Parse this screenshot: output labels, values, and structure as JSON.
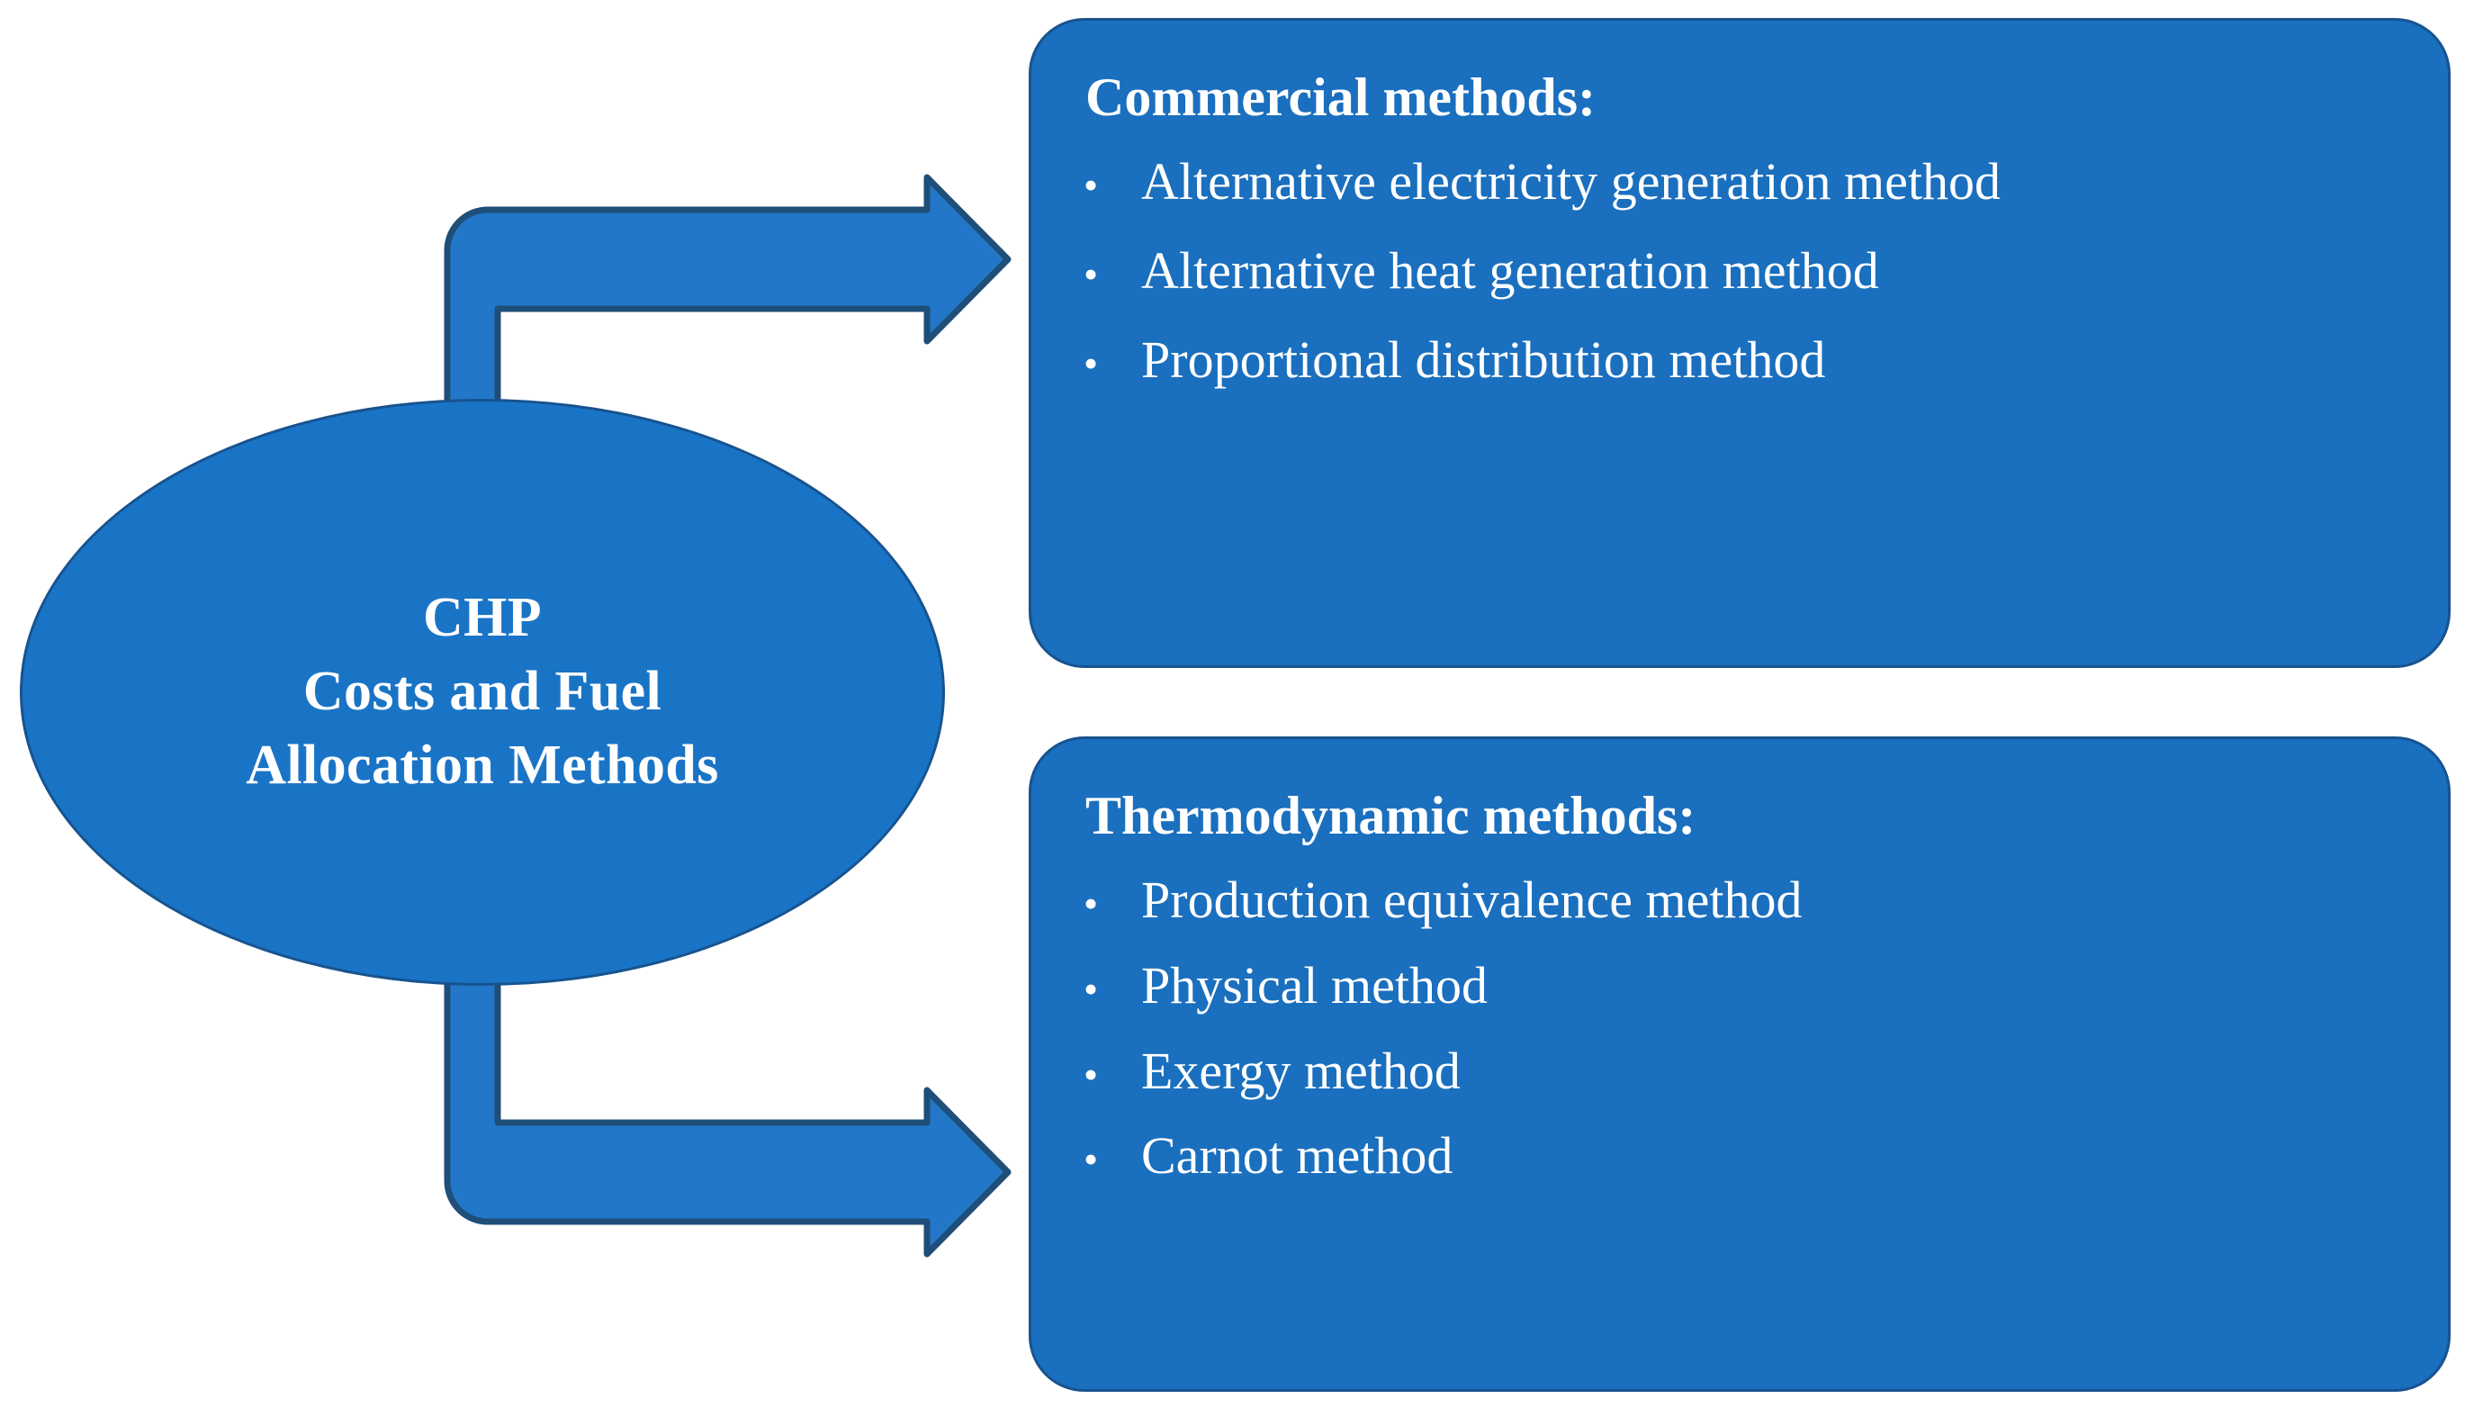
{
  "diagram": {
    "title": "CHP Costs and Fuel Allocation Methods",
    "colors": {
      "box_fill": "#1a6fbe",
      "ellipse_fill": "#1a74c6",
      "shape_outline": "#17538f",
      "arrow_fill": "#2277c8",
      "arrow_outline": "#1f4e79",
      "text": "#ffffff",
      "background": "#ffffff"
    }
  },
  "center_node": {
    "name": "chp-costs-and-fuel-allocation-methods",
    "lines": [
      "CHP",
      "Costs and Fuel",
      "Allocation Methods"
    ]
  },
  "branches": [
    {
      "id": "commercial",
      "heading": "Commercial methods:",
      "bullet_glyph": "•",
      "items": [
        "Alternative electricity generation method",
        "Alternative heat generation method",
        "Proportional distribution method"
      ]
    },
    {
      "id": "thermodynamic",
      "heading": "Thermodynamic methods:",
      "bullet_glyph": "•",
      "items": [
        "Production equivalence method",
        "Physical method",
        "Exergy method",
        "Carnot method"
      ]
    }
  ],
  "connectors": [
    {
      "name": "arrow-to-commercial",
      "from": "center_node",
      "to": "commercial",
      "shape": "elbow-up-right",
      "icon": "arrow-right-icon"
    },
    {
      "name": "arrow-to-thermodynamic",
      "from": "center_node",
      "to": "thermodynamic",
      "shape": "elbow-down-right",
      "icon": "arrow-right-icon"
    }
  ]
}
